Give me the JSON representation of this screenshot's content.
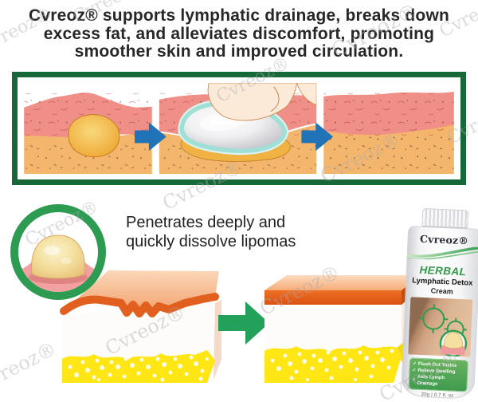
{
  "headline": {
    "line1": "Cvreoz® supports lymphatic drainage, breaks down",
    "line2": "excess fat, and alleviates discomfort, promoting",
    "line3": "smoother skin and improved circulation.",
    "color": "#272727"
  },
  "watermark": {
    "text": "Cvreoz®",
    "color": "#ababab"
  },
  "diagram_strip": {
    "border_color": "#17693a",
    "arrow_color": "#2173b8",
    "panels": [
      "skin-with-lipoma",
      "cream-applied-on-lipoma",
      "smooth-skin-after"
    ]
  },
  "closeup": {
    "line1": "Penetrates deeply and",
    "line2": "quickly dissolve lipomas",
    "ring_color": "#2d9b52"
  },
  "process": {
    "arrow_color": "#23a05a",
    "fat_yellow": "#ffe614"
  },
  "tube": {
    "brand": "Cvreoz®",
    "herbal": "HERBAL",
    "line1": "Lymphatic Detox",
    "line2": "Cream",
    "check": "✓",
    "bullets": [
      "Flush Out Toxins",
      "Relieve Swelling",
      "Aids Lymph Drainage"
    ],
    "size": "20g | 0.7 fl. oz",
    "accent_green": "#2f9747"
  },
  "colors": {
    "skin_pink": "#ef8f88",
    "skin_tan": "#f4b66d",
    "lipoma_yellow": "#eda42f",
    "cream_rim_cyan": "#9fdfd6",
    "block_edge_orange": "#e2601f"
  },
  "icons": {
    "blue_arrow": "blue-arrow-right-icon",
    "green_arrow": "green-arrow-right-icon",
    "check": "✓",
    "crosshair": "crosshair-target-icon"
  }
}
